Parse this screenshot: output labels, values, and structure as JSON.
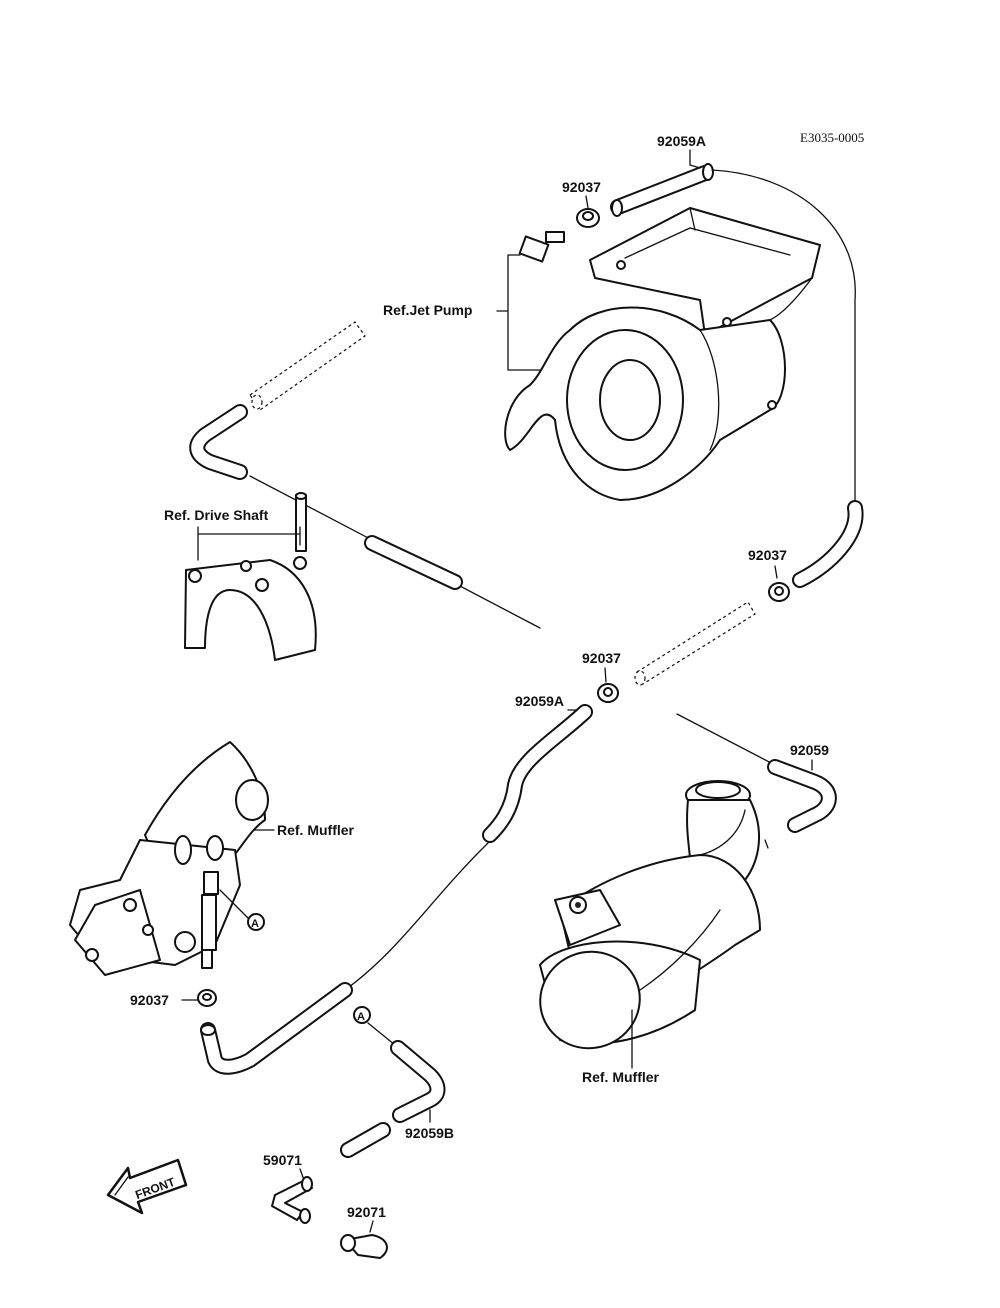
{
  "diagram_code": "E3035-0005",
  "labels": {
    "p92059A_top": "92059A",
    "p92037_top": "92037",
    "ref_jet_pump": "Ref.Jet Pump",
    "ref_drive_shaft": "Ref. Drive Shaft",
    "p92037_right": "92037",
    "p92037_mid": "92037",
    "p92059A_mid": "92059A",
    "p92059": "92059",
    "ref_muffler_left": "Ref. Muffler",
    "marker_a1": "A",
    "p92037_left": "92037",
    "marker_a2": "A",
    "ref_muffler_right": "Ref. Muffler",
    "p92059B": "92059B",
    "p59071": "59071",
    "p92071": "92071",
    "front": "FRONT"
  }
}
